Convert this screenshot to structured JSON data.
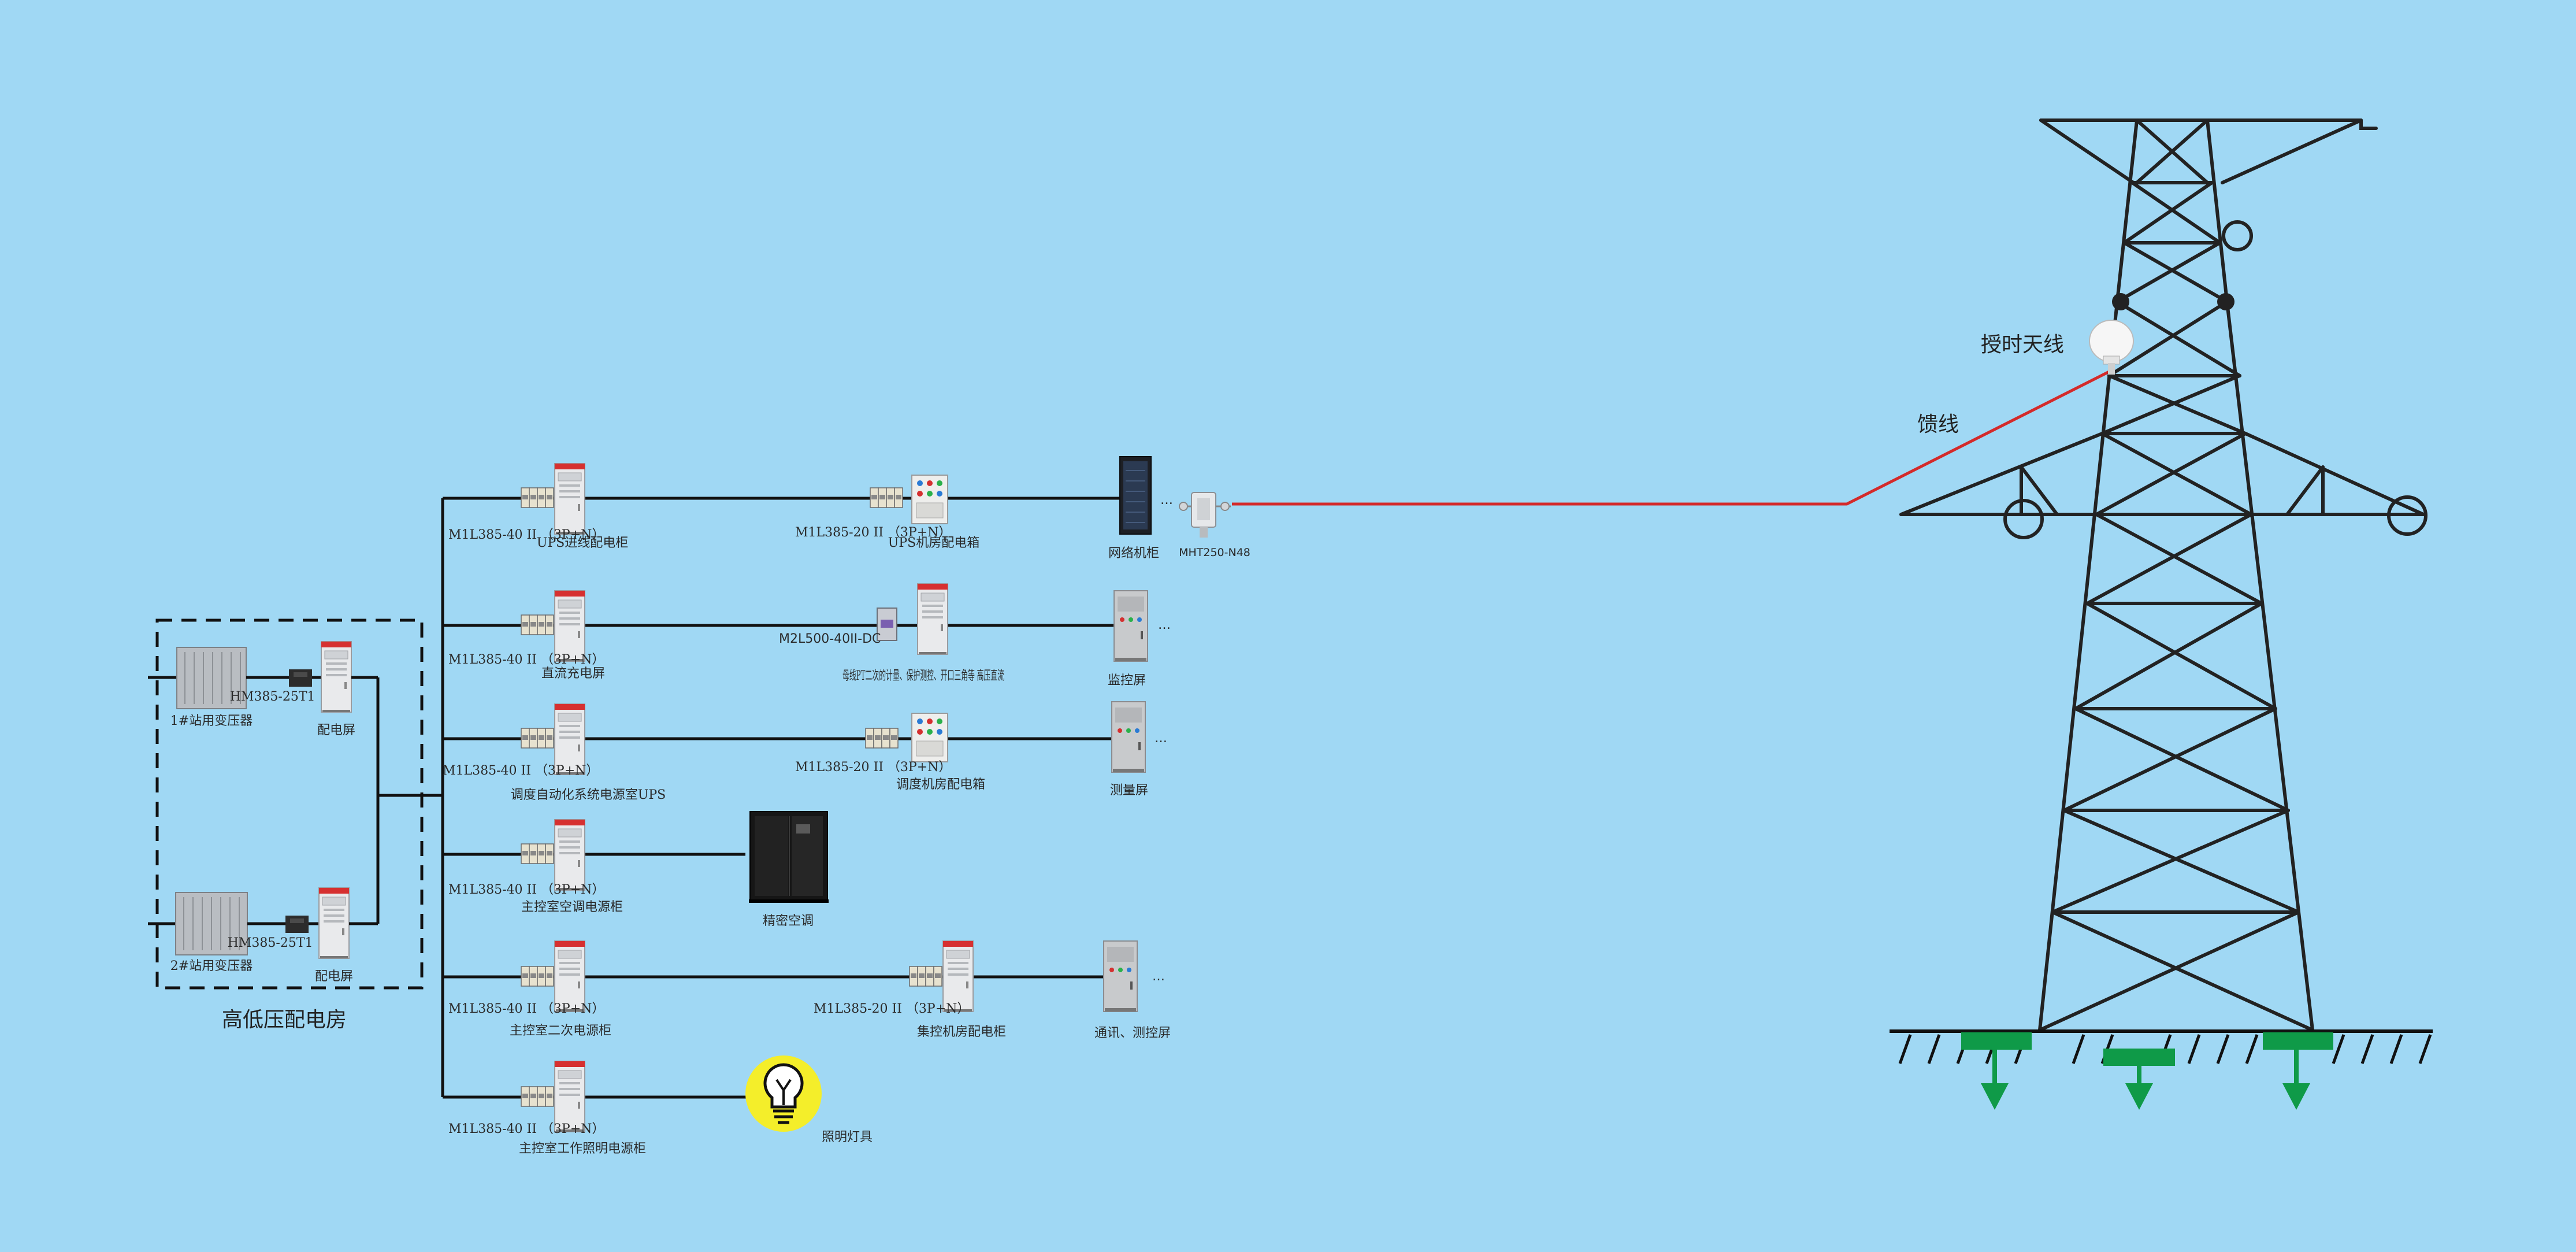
{
  "room": {
    "title": "高低压配电房"
  },
  "transformers": [
    {
      "label": "1#站用变压器",
      "breaker_label": "HM385-25T1（4P）",
      "panel_label": "配电屏"
    },
    {
      "label": "2#站用变压器",
      "breaker_label": "HM385-25T1（4P）",
      "panel_label": "配电屏"
    }
  ],
  "branches": [
    {
      "spd_label": "M1L385-40 II （3P+N）",
      "panel_label": "UPS进线配电柜",
      "mid_spd_label": "M1L385-20 II （3P+N）",
      "mid_panel_label": "UPS机房配电箱",
      "end_label": "网络机柜",
      "ellipsis": "…",
      "arrester_label": "MHT250-N48"
    },
    {
      "spd_label": "M1L385-40 II （3P+N）",
      "panel_label": "直流充电屏",
      "mid_spd_label": "M2L500-40II-DC",
      "mid_panel_label": "母线PT二次的计量、保护测控、开口三角等 高压直流",
      "end_label": "监控屏",
      "ellipsis": "…"
    },
    {
      "spd_label": "M1L385-40 II （3P+N）",
      "panel_label": "调度自动化系统电源室UPS",
      "mid_spd_label": "M1L385-20 II （3P+N）",
      "mid_panel_label": "调度机房配电箱",
      "end_label": "测量屏",
      "ellipsis": "…"
    },
    {
      "spd_label": "M1L385-40 II （3P+N）",
      "panel_label": "主控室空调电源柜",
      "end_label": "精密空调"
    },
    {
      "spd_label": "M1L385-40 II （3P+N）",
      "panel_label": "主控室二次电源柜",
      "mid_spd_label": "M1L385-20 II （3P+N）",
      "mid_panel_label": "集控机房配电柜",
      "end_label": "通讯、测控屏",
      "ellipsis": "…"
    },
    {
      "spd_label": "M1L385-40 II （3P+N）",
      "panel_label": "主控室工作照明电源柜",
      "end_label": "照明灯具"
    }
  ],
  "tower": {
    "antenna_label": "授时天线",
    "feeder_label": "馈线"
  },
  "colors": {
    "background": "#a0d8f4",
    "feeder": "#d42a2a",
    "ground": "#0f9a48",
    "line": "#111111"
  }
}
